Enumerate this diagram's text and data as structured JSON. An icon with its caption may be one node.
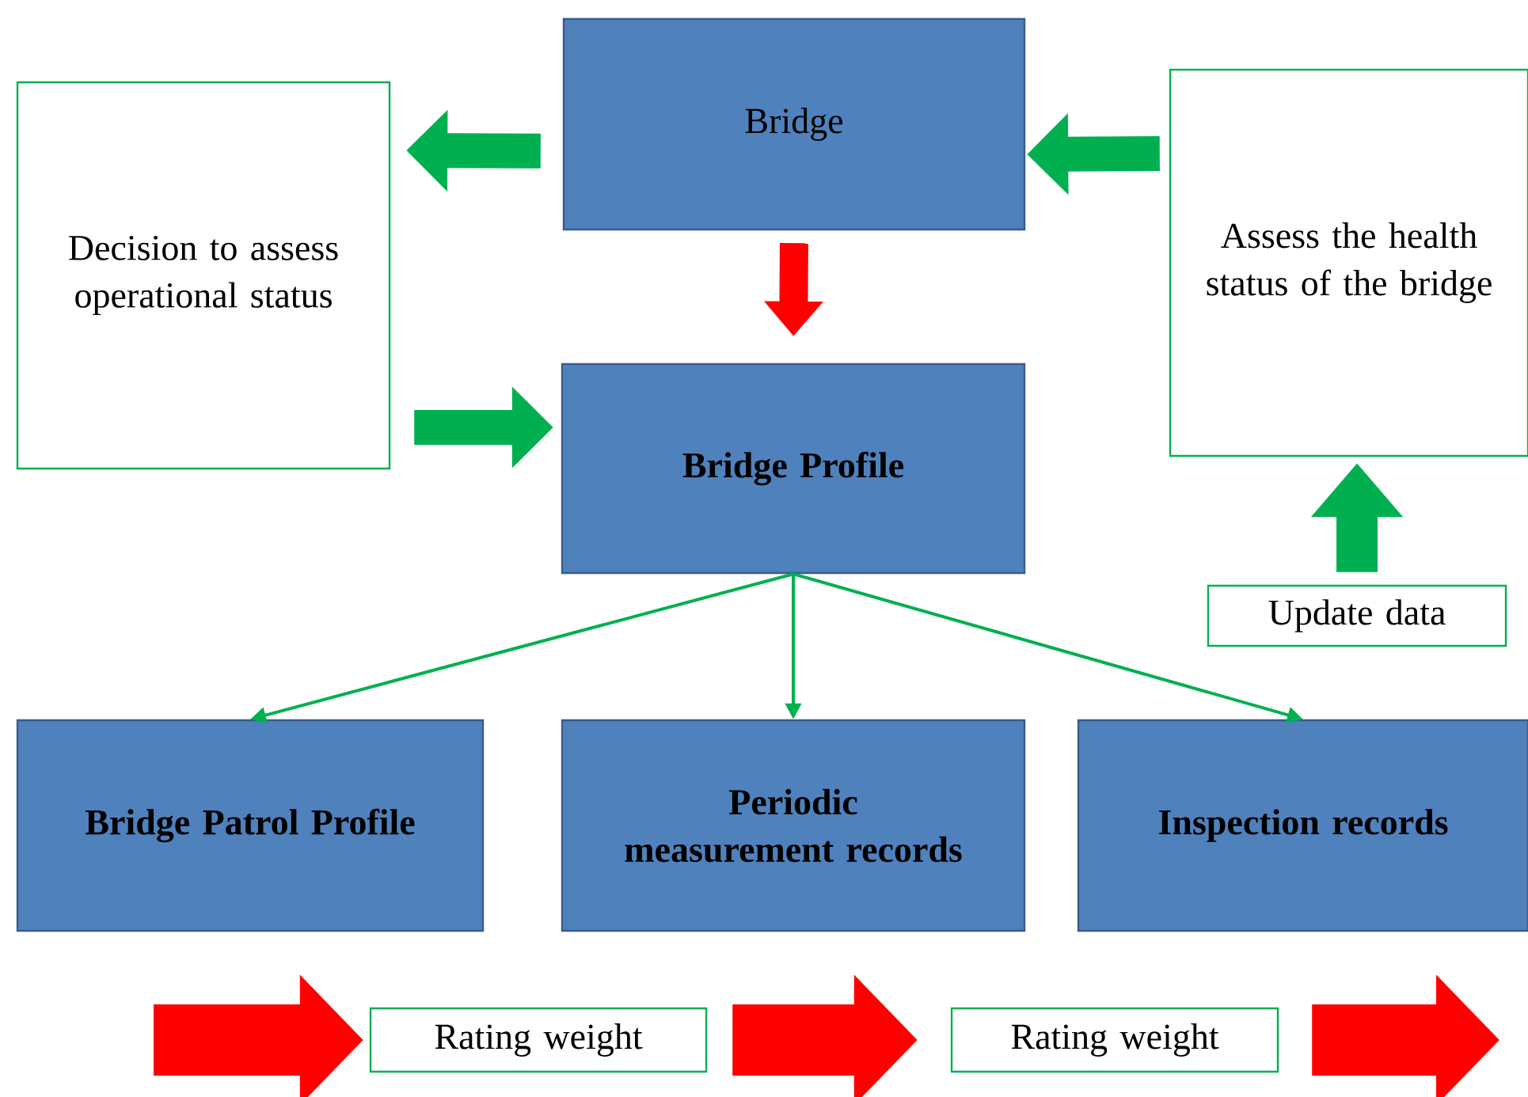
{
  "diagram": {
    "nodes": [
      {
        "text": [
          "Bridge"
        ]
      },
      {
        "text": [
          "Decision to assess operational status"
        ]
      },
      {
        "text": [
          "Assess the health status of the bridge"
        ]
      },
      {
        "text": [
          "Bridge Profile"
        ]
      },
      {
        "text": [
          "Update data"
        ]
      },
      {
        "text": [
          "Bridge Patrol Profile"
        ]
      },
      {
        "text": [
          "Periodic measurement records"
        ]
      },
      {
        "text": [
          "Inspection records"
        ]
      },
      {
        "text": [
          "Rating weight"
        ]
      },
      {
        "text": [
          "Rating weight"
        ]
      }
    ],
    "edges": [
      {
        "from": 0,
        "to": 1,
        "arrow": "to"
      },
      {
        "from": 2,
        "to": 0,
        "arrow": "to"
      },
      {
        "from": 0,
        "to": 3,
        "arrow": "to",
        "color": "#ff0000"
      },
      {
        "from": 1,
        "to": 3,
        "arrow": "to"
      },
      {
        "from": 4,
        "to": 2,
        "arrow": "to"
      },
      {
        "from": 3,
        "to": 5,
        "arrow": "to"
      },
      {
        "from": 3,
        "to": 6,
        "arrow": "to"
      },
      {
        "from": 3,
        "to": 7,
        "arrow": "to"
      },
      {
        "from": null,
        "to": 8,
        "arrow": "to",
        "style": "thick",
        "color": "#ff0000"
      },
      {
        "from": 8,
        "to": 9,
        "arrow": "to",
        "style": "thick",
        "color": "#ff0000"
      },
      {
        "from": 9,
        "to": null,
        "arrow": "to",
        "style": "thick",
        "color": "#ff0000"
      }
    ]
  }
}
